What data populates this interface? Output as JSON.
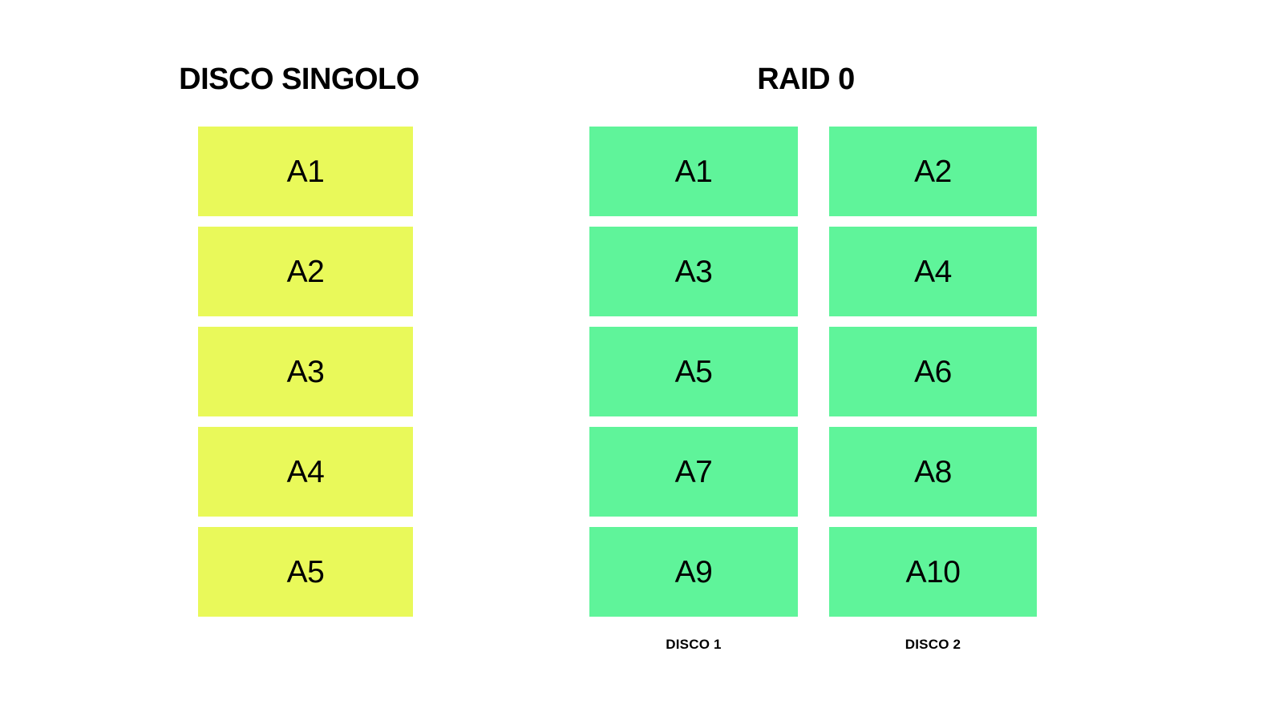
{
  "diagram": {
    "type": "diagram",
    "subject": "RAID 0 striping versus a single disk",
    "background_color": "#ffffff",
    "text_color": "#000000"
  },
  "sections": {
    "single_disk": {
      "title": "DISCO SINGOLO",
      "block_color": "#e9f95a",
      "blocks": [
        "A1",
        "A2",
        "A3",
        "A4",
        "A5"
      ]
    },
    "raid0": {
      "title": "RAID 0",
      "block_color": "#5ff49a",
      "disks": [
        {
          "caption": "DISCO 1",
          "blocks": [
            "A1",
            "A3",
            "A5",
            "A7",
            "A9"
          ]
        },
        {
          "caption": "DISCO 2",
          "blocks": [
            "A2",
            "A4",
            "A6",
            "A8",
            "A10"
          ]
        }
      ]
    }
  }
}
